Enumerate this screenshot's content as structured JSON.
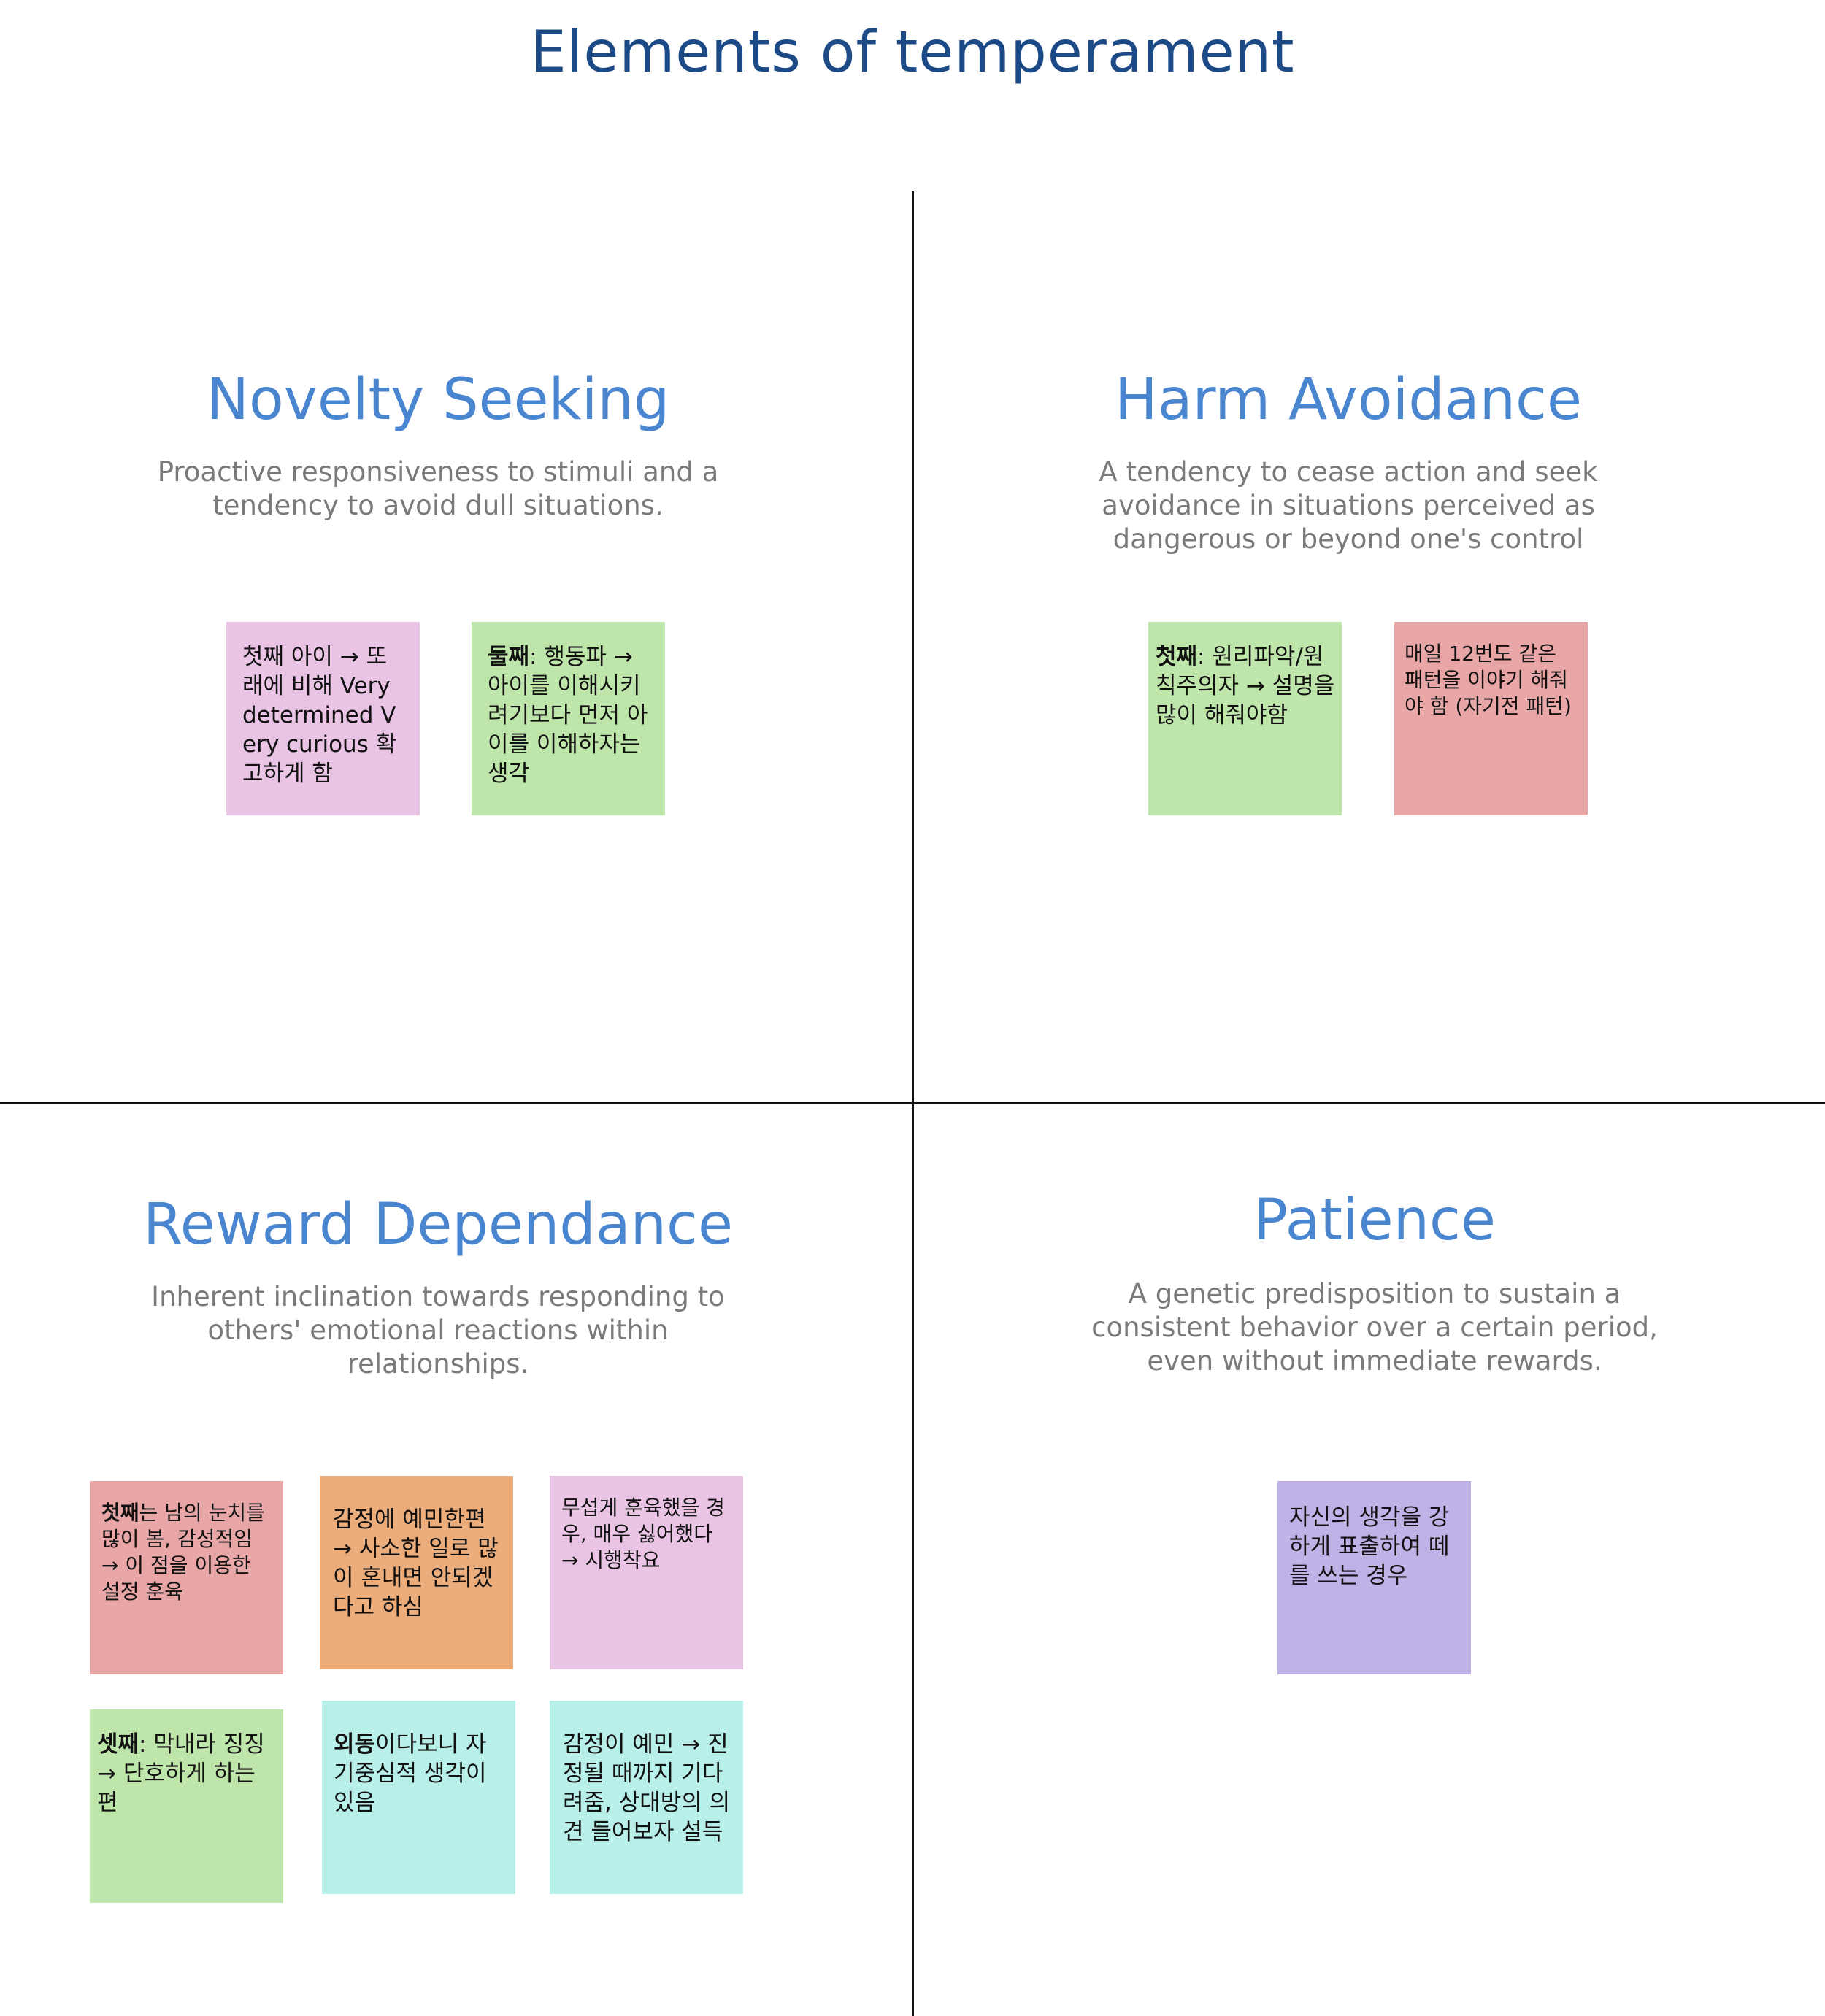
{
  "board": {
    "title": "Elements of temperament"
  },
  "quadrants": {
    "novelty": {
      "heading": "Novelty Seeking",
      "description": "Proactive responsiveness to stimuli and a tendency to avoid dull situations.",
      "notes": [
        {
          "lead": "",
          "text": "첫째 아이 → 또래에 비해 Very determined Very curious 확고하게 함",
          "color": "#eac4e4"
        },
        {
          "lead": "둘째",
          "text": ": 행동파 → 아이를 이해시키려기보다 먼저 아이를 이해하자는 생각",
          "color": "#bfe6aa"
        }
      ]
    },
    "harm": {
      "heading": "Harm Avoidance",
      "description": "A tendency to cease action and seek avoidance in situations perceived as dangerous or beyond one's control",
      "notes": [
        {
          "lead": "첫째",
          "text": ": 원리파악/원칙주의자 → 설명을 많이 해줘야함",
          "color": "#bfe6aa"
        },
        {
          "lead": "",
          "text": "매일 12번도 같은 패턴을 이야기 해줘야 함 (자기전 패턴)",
          "color": "#e8a6a6"
        }
      ]
    },
    "reward": {
      "heading": "Reward Dependance",
      "description": "Inherent inclination towards responding to others' emotional reactions within relationships.",
      "notes": [
        {
          "lead": "첫째",
          "text": "는 남의 눈치를 많이 봄, 감성적임 → 이 점을 이용한 설정 훈육",
          "color": "#e8a6a6"
        },
        {
          "lead": "",
          "text": "감정에 예민한편 → 사소한 일로 많이 혼내면 안되겠다고 하심",
          "color": "#ecad7d"
        },
        {
          "lead": "",
          "text": "무섭게 훈육했을 경우, 매우 싫어했다 → 시행착요",
          "color": "#eac4e4"
        },
        {
          "lead": "셋째",
          "text": ": 막내라 징징 → 단호하게 하는 편",
          "color": "#bfe6aa"
        },
        {
          "lead": "외동",
          "text": "이다보니 자기중심적 생각이 있음",
          "color": "#b8efe8"
        },
        {
          "lead": "",
          "text": "감정이 예민 → 진정될 때까지 기다려줌, 상대방의 의견 들어보자 설득",
          "color": "#b8efe8"
        }
      ]
    },
    "patience": {
      "heading": "Patience",
      "description": "A genetic predisposition to sustain a consistent behavior over a certain period, even without immediate rewards.",
      "notes": [
        {
          "lead": "",
          "text": "자신의 생각을 강하게 표출하여 떼를 쓰는 경우",
          "color": "#c0b1e6"
        }
      ]
    }
  }
}
